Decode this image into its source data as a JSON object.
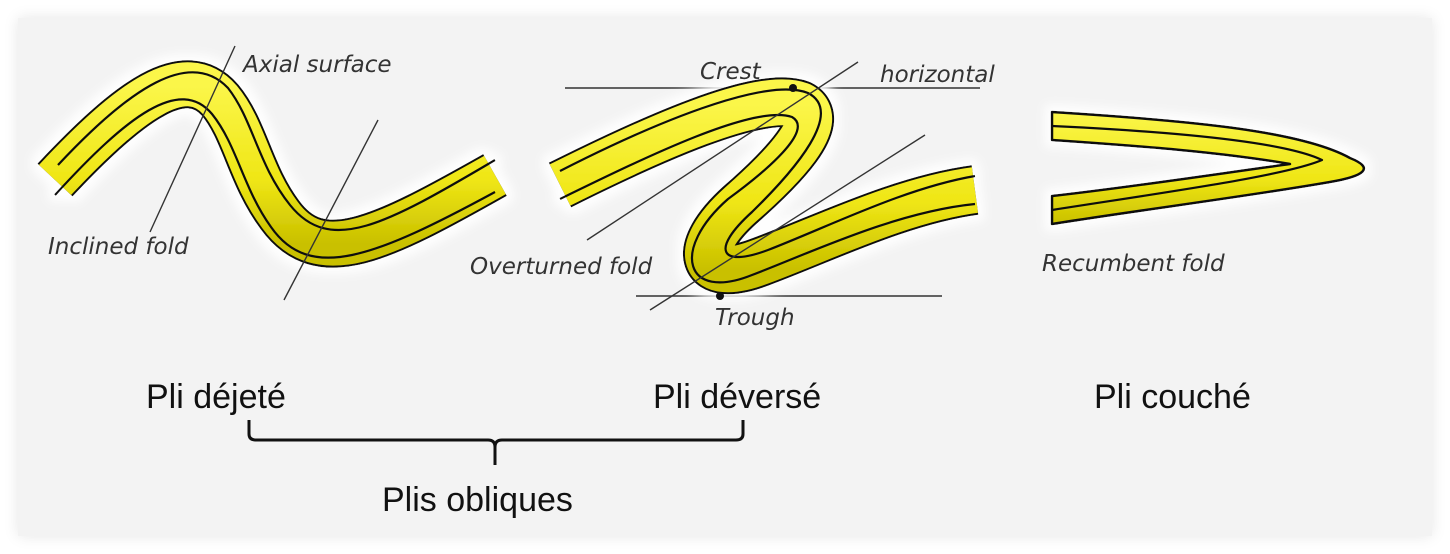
{
  "diagram": {
    "inclined": {
      "axial_label": "Axial surface",
      "fold_label": "Inclined fold",
      "caption": "Pli déjeté"
    },
    "overturned": {
      "crest_label": "Crest",
      "horizontal_label": "horizontal",
      "fold_label": "Overturned fold",
      "trough_label": "Trough",
      "caption": "Pli déversé"
    },
    "recumbent": {
      "fold_label": "Recumbent fold",
      "caption": "Pli couché"
    },
    "group_caption": "Plis obliques",
    "colors": {
      "layer_fill": "#f4ee1c",
      "layer_shadow": "#a8a000",
      "outline": "#111111",
      "line": "#333333",
      "background": "#f3f3f3"
    }
  }
}
